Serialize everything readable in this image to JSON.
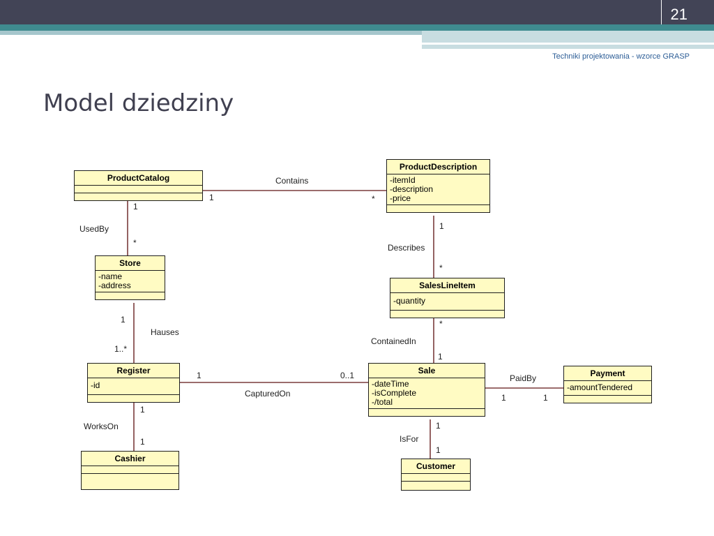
{
  "header": {
    "slide_number": "21",
    "subtitle": "Techniki projektowania - wzorce GRASP",
    "title": "Model dziedziny"
  },
  "diagram": {
    "classes": {
      "product_catalog": {
        "name": "ProductCatalog",
        "attributes": []
      },
      "product_description": {
        "name": "ProductDescription",
        "attributes": [
          "-itemId",
          "-description",
          "-price"
        ]
      },
      "store": {
        "name": "Store",
        "attributes": [
          "-name",
          "-address"
        ]
      },
      "sales_line_item": {
        "name": "SalesLineItem",
        "attributes": [
          "-quantity"
        ]
      },
      "register": {
        "name": "Register",
        "attributes": [
          "-id"
        ]
      },
      "sale": {
        "name": "Sale",
        "attributes": [
          "-dateTime",
          "-isComplete",
          "-/total"
        ]
      },
      "payment": {
        "name": "Payment",
        "attributes": [
          "-amountTendered"
        ]
      },
      "cashier": {
        "name": "Cashier",
        "attributes": []
      },
      "customer": {
        "name": "Customer",
        "attributes": []
      }
    },
    "associations": {
      "contains": {
        "name": "Contains",
        "from_mult": "1",
        "to_mult": "*"
      },
      "used_by": {
        "name": "UsedBy",
        "from_mult": "1",
        "to_mult": "*"
      },
      "describes": {
        "name": "Describes",
        "from_mult": "1",
        "to_mult": "*"
      },
      "hauses": {
        "name": "Hauses",
        "from_mult": "1",
        "to_mult": "1..*"
      },
      "contained_in": {
        "name": "ContainedIn",
        "from_mult": "*",
        "to_mult": "1"
      },
      "captured_on": {
        "name": "CapturedOn",
        "from_mult": "1",
        "to_mult": "0..1"
      },
      "paid_by": {
        "name": "PaidBy",
        "from_mult": "1",
        "to_mult": "1"
      },
      "works_on": {
        "name": "WorksOn",
        "from_mult": "1",
        "to_mult": "1"
      },
      "is_for": {
        "name": "IsFor",
        "from_mult": "1",
        "to_mult": "1"
      }
    }
  },
  "colors": {
    "header_bar": "#424456",
    "accent_teal": "#3f8b8f",
    "class_fill": "#fffbc3",
    "association_line": "#7a3b3b",
    "subtitle_text": "#2c5d96"
  }
}
